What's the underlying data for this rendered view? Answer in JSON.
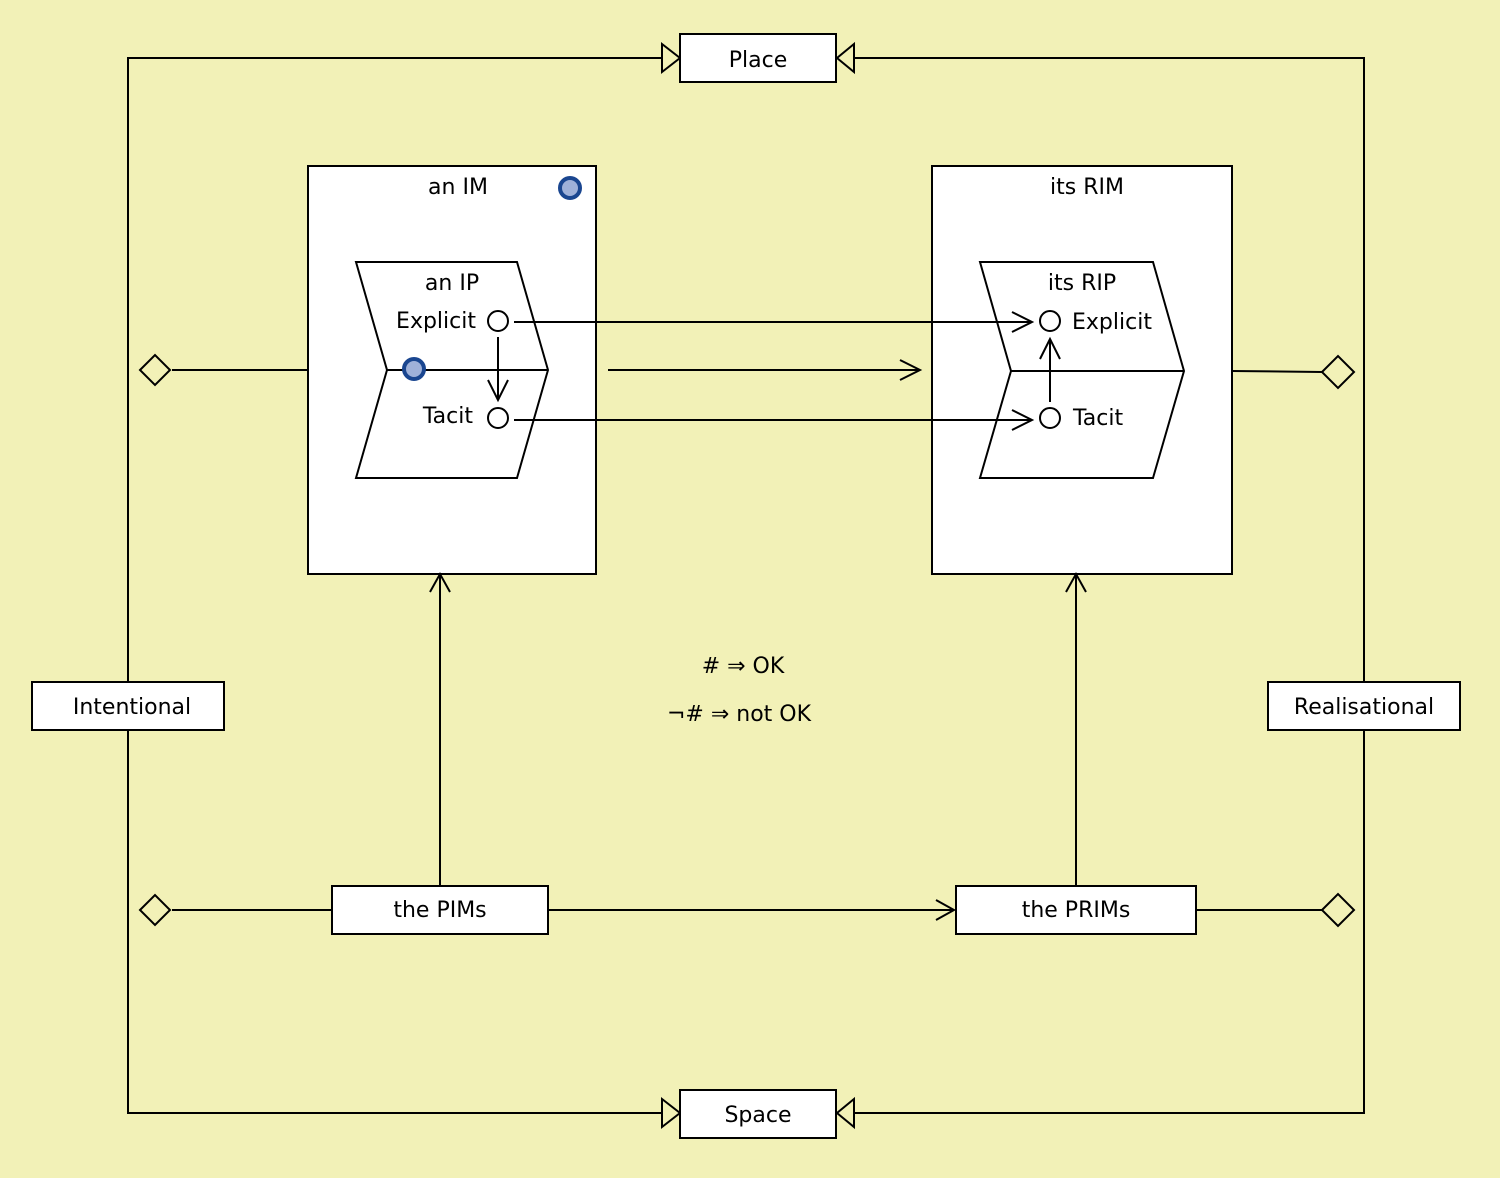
{
  "diagram": {
    "background": "#f2f1b7",
    "dot_fill": "#9fb1d9",
    "dot_stroke": "#1a4690",
    "nodes": {
      "place": "Place",
      "space": "Space",
      "intentional": "Intentional",
      "realisational": "Realisational",
      "im": "an IM",
      "rim": "its RIM",
      "ip": "an IP",
      "rip": "its RIP",
      "pims": "the PIMs",
      "prims": "the PRIMs"
    },
    "ports": {
      "ip_explicit": "Explicit",
      "ip_tacit": "Tacit",
      "rip_explicit": "Explicit",
      "rip_tacit": "Tacit"
    },
    "legend": {
      "line1": "#  ⇒  OK",
      "line2": "¬#  ⇒  not OK"
    }
  }
}
